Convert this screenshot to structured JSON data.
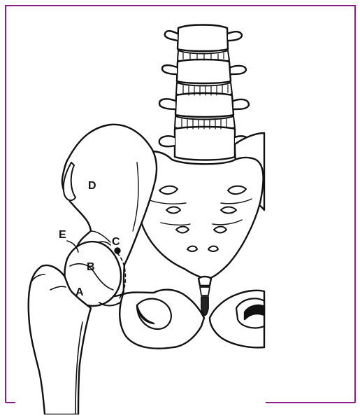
{
  "frame": {
    "color": "#8b1a8b"
  },
  "labels": {
    "A": "A",
    "B": "B",
    "C": "C",
    "D": "D",
    "E": "E"
  },
  "colors": {
    "ink": "#111111",
    "paper": "#ffffff",
    "shade": "#222222"
  }
}
